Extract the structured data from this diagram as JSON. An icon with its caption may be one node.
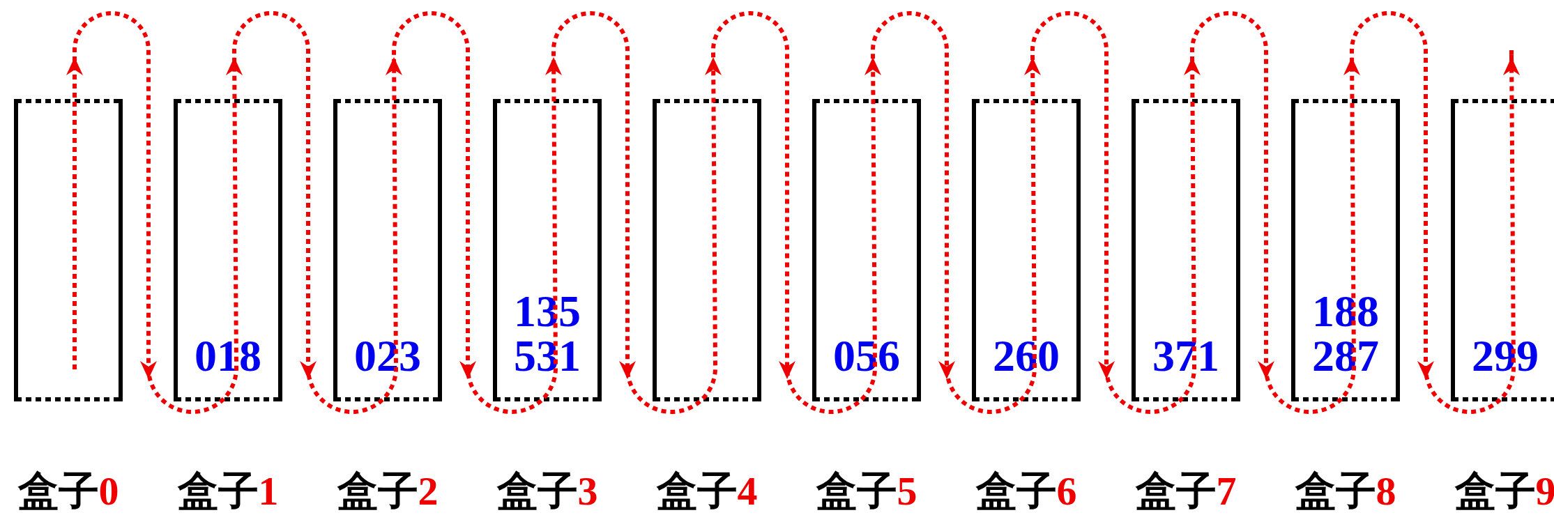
{
  "diagram": {
    "nodes": [
      {
        "text": [
          "盒子0"
        ]
      },
      {
        "text": [
          "018",
          "盒子1"
        ]
      },
      {
        "text": [
          "023",
          "盒子2"
        ]
      },
      {
        "text": [
          "135",
          "531",
          "盒子3"
        ]
      },
      {
        "text": [
          "盒子4"
        ]
      },
      {
        "text": [
          "056",
          "盒子5"
        ]
      },
      {
        "text": [
          "260",
          "盒子6"
        ]
      },
      {
        "text": [
          "371",
          "盒子7"
        ]
      },
      {
        "text": [
          "188",
          "287",
          "盒子8"
        ]
      },
      {
        "text": [
          "299",
          "盒子9"
        ]
      }
    ],
    "edges": []
  }
}
